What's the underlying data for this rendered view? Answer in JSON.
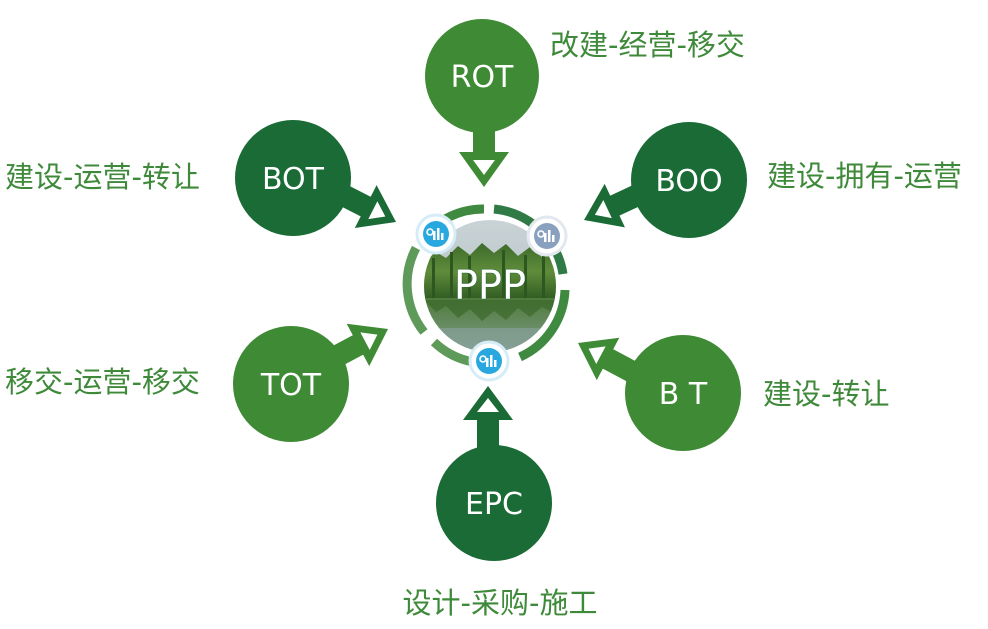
{
  "center": {
    "label": "PPP"
  },
  "nodes": [
    {
      "id": "rot",
      "label": "ROT",
      "description": "改建-经营-移交",
      "color": "#3f8a34"
    },
    {
      "id": "boo",
      "label": "BOO",
      "description": "建设-拥有-运营",
      "color": "#1a6b35"
    },
    {
      "id": "bt",
      "label": "B T",
      "description": "建设-转让",
      "color": "#3f8a34"
    },
    {
      "id": "epc",
      "label": "EPC",
      "description": "设计-采购-施工",
      "color": "#1a6b35"
    },
    {
      "id": "tot",
      "label": "TOT",
      "description": "移交-运营-移交",
      "color": "#3f8a34"
    },
    {
      "id": "bot",
      "label": "BOT",
      "description": "建设-运营-转让",
      "color": "#1a6b35"
    }
  ],
  "colors": {
    "description_text": "#3f8a3a",
    "ring_light": "#5e9a5a",
    "ring_dark": "#2f7a45",
    "badge": "#29a8e0"
  },
  "icons": [
    "chart-gear-icon",
    "chart-gear-icon",
    "chart-gear-icon"
  ]
}
